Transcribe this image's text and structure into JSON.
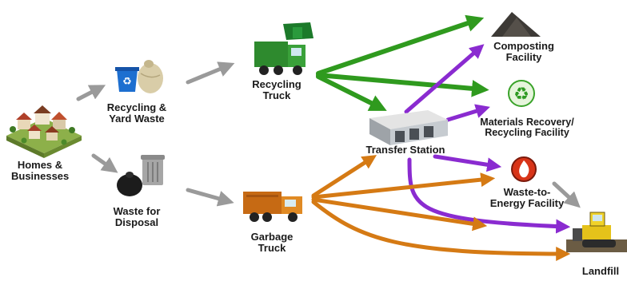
{
  "nodes": {
    "homes": {
      "line1": "Homes &",
      "line2": "Businesses"
    },
    "recycling_yard": {
      "line1": "Recycling &",
      "line2": "Yard Waste"
    },
    "waste_disposal": {
      "line1": "Waste for",
      "line2": "Disposal"
    },
    "recycling_truck": {
      "line1": "Recycling",
      "line2": "Truck"
    },
    "garbage_truck": {
      "line1": "Garbage",
      "line2": "Truck"
    },
    "transfer_station": {
      "line1": "Transfer Station"
    },
    "composting": {
      "line1": "Composting",
      "line2": "Facility"
    },
    "materials_recovery": {
      "line1": "Materials Recovery/",
      "line2": "Recycling Facility"
    },
    "waste_to_energy": {
      "line1": "Waste-to-",
      "line2": "Energy Facility"
    },
    "landfill": {
      "line1": "Landfill"
    }
  },
  "flow_colors": {
    "collection": "#9a9a9a",
    "recycling": "#2f9a1e",
    "transfer": "#8a2bd0",
    "garbage": "#d57a14"
  },
  "icons": {
    "homes": "houses-icon",
    "recycling_bin": "recycling-bin-icon",
    "trash_can": "trash-can-icon",
    "recycling_truck": "recycling-truck-icon",
    "garbage_truck": "garbage-truck-icon",
    "transfer_station": "building-icon",
    "compost": "compost-pile-icon",
    "recycle": "recycle-symbol-icon",
    "fire": "flame-icon",
    "landfill": "bulldozer-icon"
  }
}
